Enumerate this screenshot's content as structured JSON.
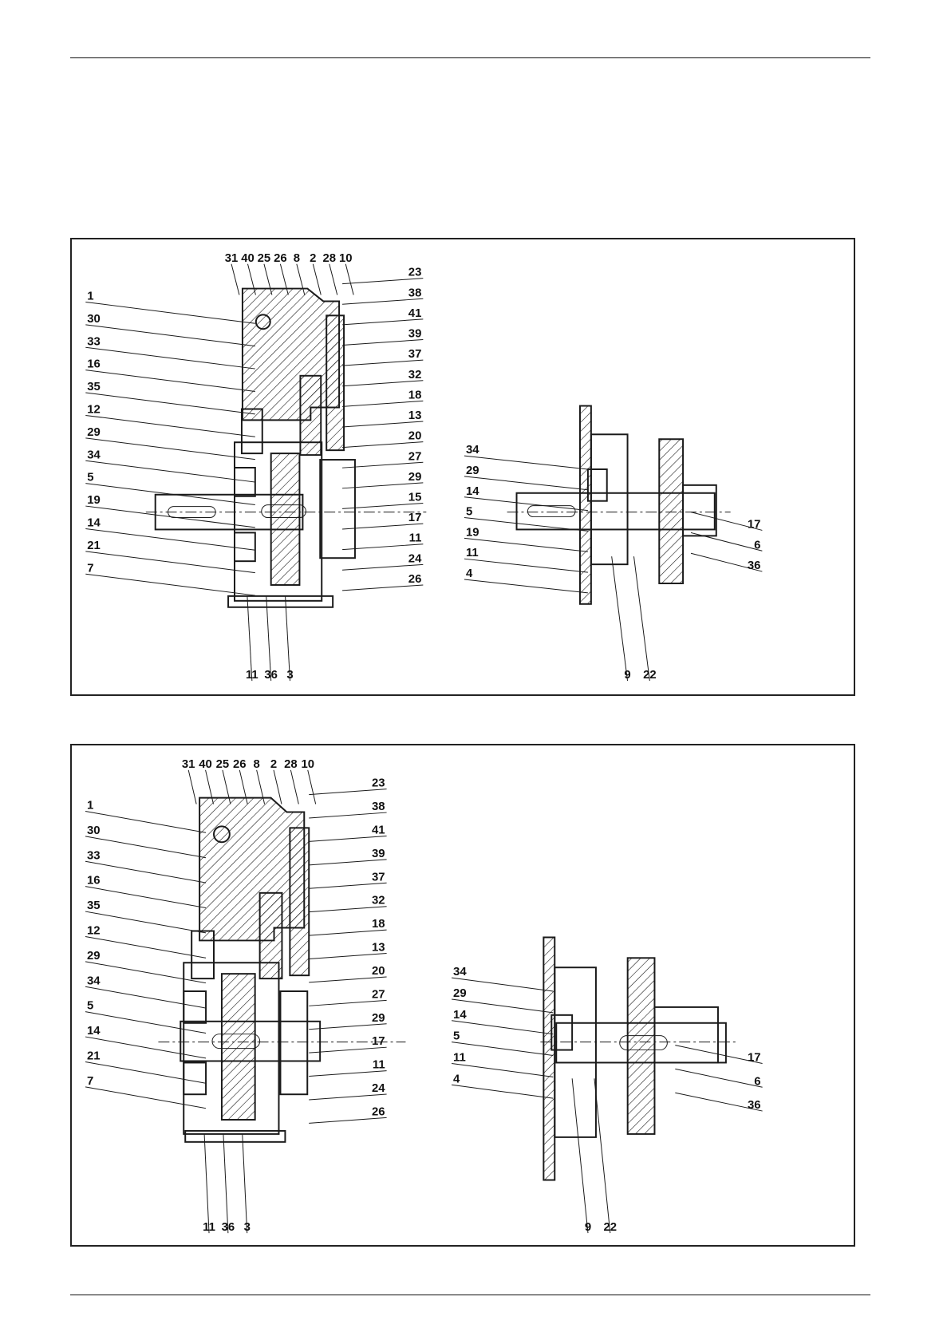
{
  "panels": [
    {
      "left_labels": [
        "1",
        "30",
        "33",
        "16",
        "35",
        "12",
        "29",
        "34",
        "5",
        "19",
        "14",
        "21",
        "7"
      ],
      "top_labels": [
        "31",
        "40",
        "25",
        "26",
        "8",
        "2",
        "28",
        "10"
      ],
      "right_labels": [
        "23",
        "38",
        "41",
        "39",
        "37",
        "32",
        "18",
        "13",
        "20",
        "27",
        "29",
        "15",
        "17",
        "11",
        "24",
        "26"
      ],
      "bottom_labels": [
        "11",
        "36",
        "3"
      ],
      "detail_left_labels": [
        "34",
        "29",
        "14",
        "5",
        "19",
        "11",
        "4"
      ],
      "detail_right_labels": [
        "17",
        "6",
        "36"
      ],
      "detail_bottom_labels": [
        "9",
        "22"
      ]
    },
    {
      "left_labels": [
        "1",
        "30",
        "33",
        "16",
        "35",
        "12",
        "29",
        "34",
        "5",
        "14",
        "21",
        "7"
      ],
      "top_labels": [
        "31",
        "40",
        "25",
        "26",
        "8",
        "2",
        "28",
        "10"
      ],
      "right_labels": [
        "23",
        "38",
        "41",
        "39",
        "37",
        "32",
        "18",
        "13",
        "20",
        "27",
        "29",
        "17",
        "11",
        "24",
        "26"
      ],
      "bottom_labels": [
        "11",
        "36",
        "3"
      ],
      "detail_left_labels": [
        "34",
        "29",
        "14",
        "5",
        "11",
        "4"
      ],
      "detail_right_labels": [
        "17",
        "6",
        "36"
      ],
      "detail_bottom_labels": [
        "9",
        "22"
      ]
    }
  ]
}
